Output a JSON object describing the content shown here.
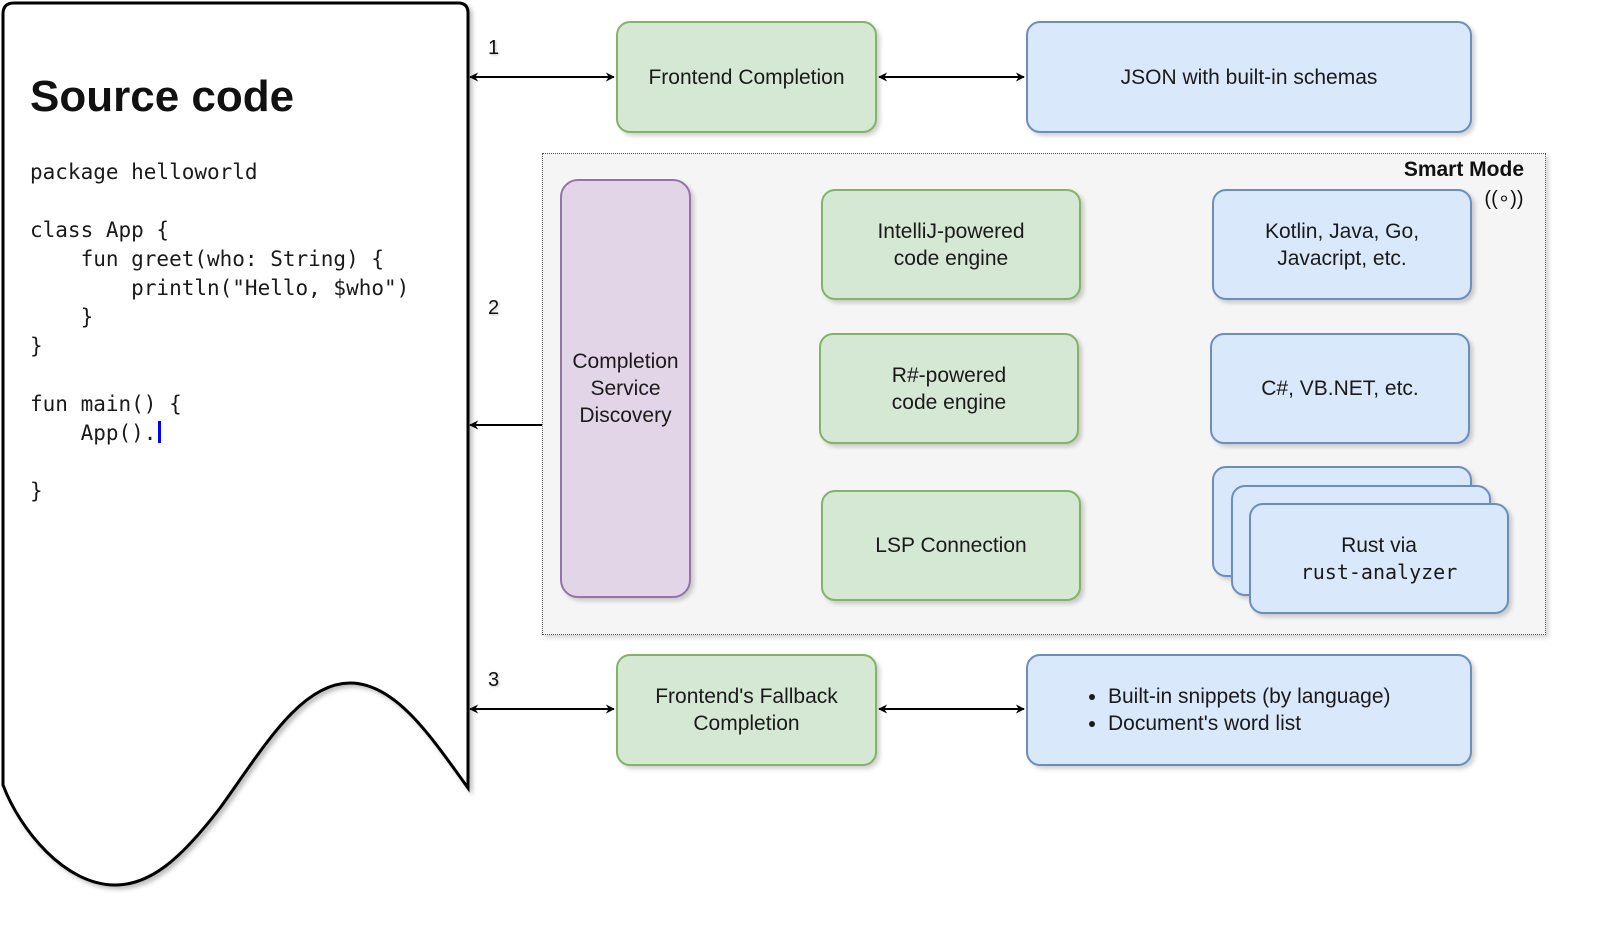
{
  "source": {
    "title": "Source code",
    "code_lines": [
      "package helloworld",
      "",
      "class App {",
      "    fun greet(who: String) {",
      "        println(\"Hello, $who\")",
      "    }",
      "}",
      "",
      "fun main() {",
      "    App().",
      "",
      "}"
    ]
  },
  "labels": {
    "one": "1",
    "two": "2",
    "three": "3"
  },
  "frontend_completion": "Frontend Completion",
  "json_schemas": "JSON with built-in schemas",
  "smart_mode": {
    "title": "Smart Mode",
    "icon_glyph": "((∘))"
  },
  "completion_service": {
    "line1": "Completion",
    "line2": "Service",
    "line3": "Discovery"
  },
  "intellij_engine": {
    "line1": "IntelliJ-powered",
    "line2": "code engine"
  },
  "resharper_engine": {
    "line1": "R#-powered",
    "line2": "code engine"
  },
  "lsp_connection": "LSP Connection",
  "kotlin_langs": {
    "line1": "Kotlin, Java, Go,",
    "line2": "Javacript, etc."
  },
  "csharp_langs": "C#, VB.NET, etc.",
  "rust": {
    "line1": "Rust via",
    "line2": "rust-analyzer"
  },
  "fallback_completion": {
    "line1": "Frontend's Fallback",
    "line2": "Completion"
  },
  "fallback_sources": [
    "Built-in snippets (by language)",
    "Document's word list"
  ],
  "colors": {
    "green_fill": "#d5e8d4",
    "green_stroke": "#82b366",
    "blue_fill": "#dae8fc",
    "blue_stroke": "#6c8ebf",
    "purple_fill": "#e1d5e7",
    "purple_stroke": "#9673a6",
    "panel_fill": "#f5f5f5",
    "cursor": "#0000ff"
  }
}
